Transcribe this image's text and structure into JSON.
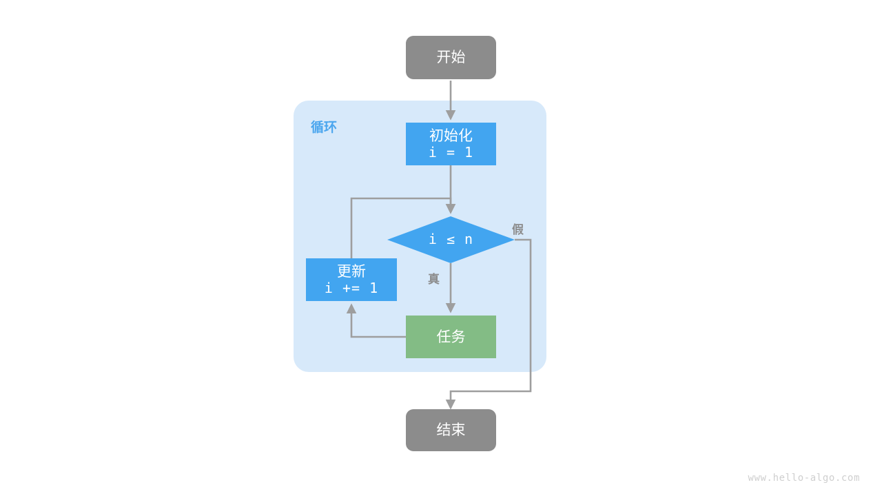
{
  "diagram": {
    "title_watermark": "www.hello-algo.com",
    "group": {
      "label": "循环",
      "fill": "#D7E9FA",
      "label_color": "#4BA6EE"
    },
    "colors": {
      "terminal": "#8C8C8C",
      "process": "#42A5F0",
      "decision": "#42A5F0",
      "task": "#83BC85",
      "connector": "#9E9E9E",
      "text_on_node": "#FFFFFF",
      "edge_label": "#8C8C8C",
      "background": "#FFFFFF",
      "watermark": "#CFCFCF"
    },
    "nodes": [
      {
        "id": "start",
        "shape": "rounded-rect",
        "label": "开始",
        "sub": "",
        "fill": "#8C8C8C"
      },
      {
        "id": "init",
        "shape": "rect",
        "label": "初始化",
        "sub": "i = 1",
        "fill": "#42A5F0"
      },
      {
        "id": "cond",
        "shape": "diamond",
        "label": "i ≤ n",
        "sub": "",
        "fill": "#42A5F0"
      },
      {
        "id": "update",
        "shape": "rect",
        "label": "更新",
        "sub": "i += 1",
        "fill": "#42A5F0"
      },
      {
        "id": "task",
        "shape": "rect",
        "label": "任务",
        "sub": "",
        "fill": "#83BC85"
      },
      {
        "id": "end",
        "shape": "rounded-rect",
        "label": "结束",
        "sub": "",
        "fill": "#8C8C8C"
      }
    ],
    "edges": [
      {
        "id": "start-init",
        "from": "start",
        "to": "init",
        "label": ""
      },
      {
        "id": "init-cond",
        "from": "init",
        "to": "cond",
        "label": ""
      },
      {
        "id": "cond-task",
        "from": "cond",
        "to": "task",
        "label": "真"
      },
      {
        "id": "cond-end",
        "from": "cond",
        "to": "end",
        "label": "假"
      },
      {
        "id": "task-update",
        "from": "task",
        "to": "update",
        "label": ""
      },
      {
        "id": "update-cond",
        "from": "update",
        "to": "cond",
        "label": ""
      }
    ]
  }
}
